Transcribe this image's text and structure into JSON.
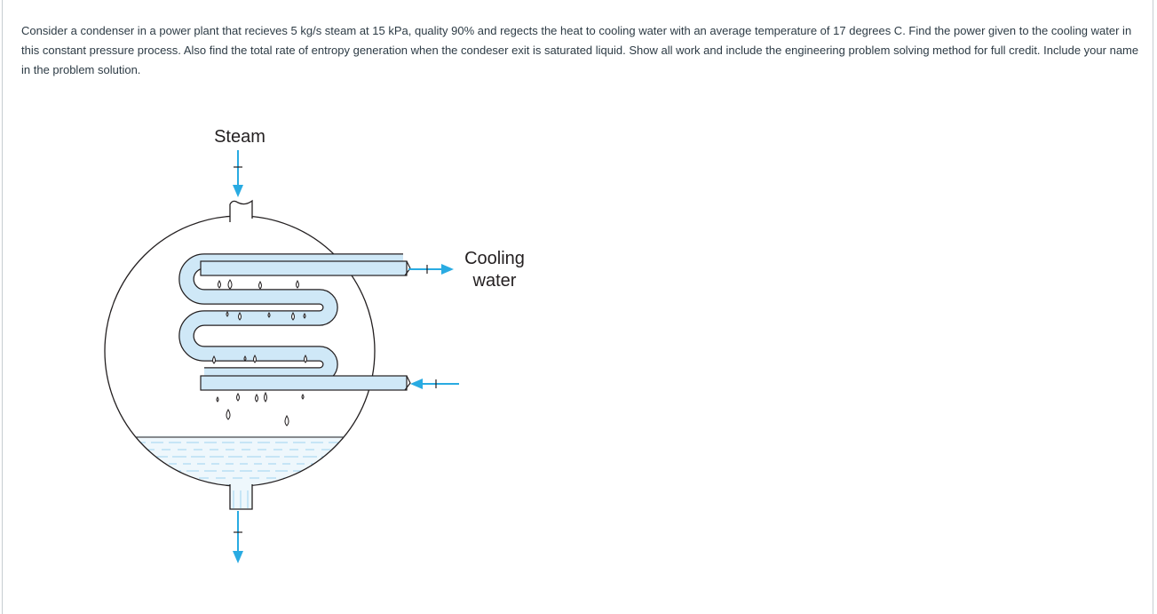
{
  "question": {
    "text": "Consider a condenser in a power plant that recieves 5 kg/s steam at 15 kPa, quality 90% and regects the heat to cooling water with an average temperature of 17 degrees C.  Find the power given to the cooling water in this constant pressure process.  Also find the total rate of entropy generation when the condeser exit is saturated liquid.  Show all work and include the engineering problem solving method for full credit.  Include your name in the problem solution."
  },
  "diagram": {
    "steam_label": "Steam",
    "cooling_label_line1": "Cooling",
    "cooling_label_line2": "water",
    "colors": {
      "tube_fill": "#cfe8f7",
      "arrow": "#29abe2",
      "outline": "#231f20",
      "water_line": "#9fd3ef"
    },
    "icons": [
      "steam-inlet-arrow-icon",
      "cooling-water-outlet-arrow-icon",
      "cooling-water-inlet-arrow-icon",
      "condensate-outlet-arrow-icon",
      "water-droplet-icon"
    ]
  }
}
